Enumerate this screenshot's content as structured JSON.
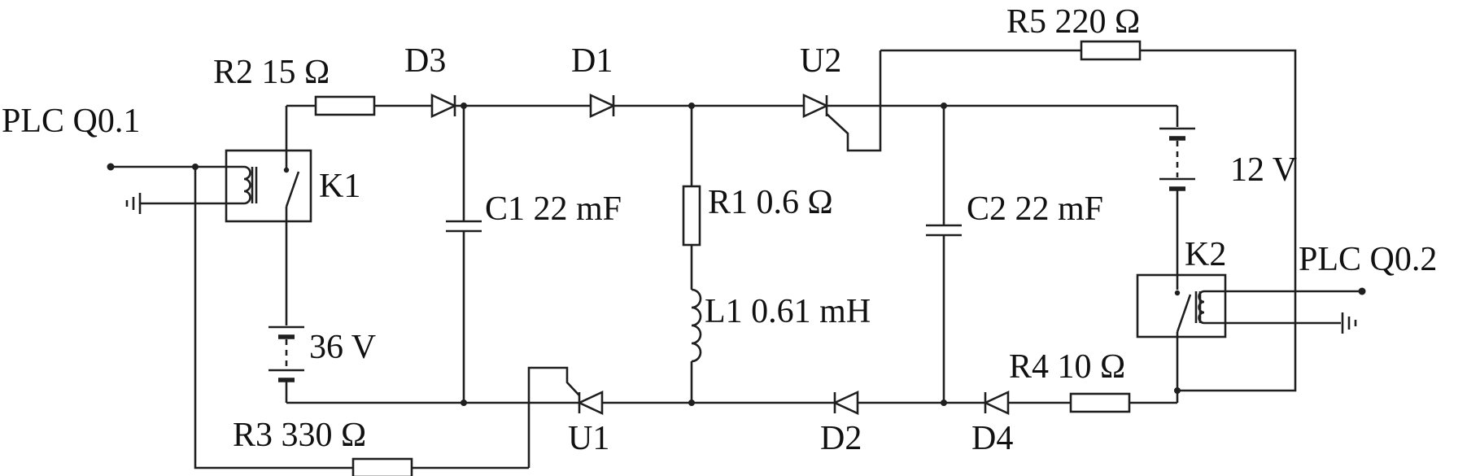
{
  "diagram": {
    "kind": "circuit-schematic",
    "colors": {
      "stroke": "#1f1f1f",
      "background": "#ffffff",
      "text": "#111111"
    },
    "components": {
      "plc_q01": "PLC Q0.1",
      "r2": "R2 15 Ω",
      "d3": "D3",
      "d1": "D1",
      "u2": "U2",
      "r5": "R5 220 Ω",
      "c1": "C1 22 mF",
      "r1": "R1 0.6 Ω",
      "c2": "C2 22 mF",
      "v12": "12 V",
      "k1": "K1",
      "k2": "K2",
      "plc_q02": "PLC Q0.2",
      "v36": "36 V",
      "l1": "L1 0.61 mH",
      "r3": "R3 330 Ω",
      "u1": "U1",
      "d2": "D2",
      "d4": "D4",
      "r4": "R4 10 Ω"
    }
  }
}
